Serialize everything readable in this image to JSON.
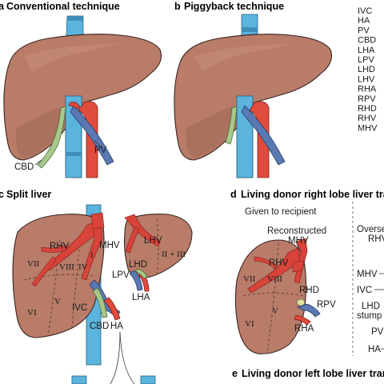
{
  "panels": {
    "a": {
      "letter": "a",
      "title": "Conventional technique",
      "labels": {
        "cbd": "CBD",
        "pv": "PV"
      }
    },
    "b": {
      "letter": "b",
      "title": "Piggyback technique"
    },
    "c": {
      "letter": "c",
      "title": "Split liver",
      "labels": {
        "rhv": "RHV",
        "mhv": "MHV",
        "ivc": "IVC",
        "cbd": "CBD",
        "ha": "HA",
        "lhv": "LHV",
        "lhd": "LHD",
        "lpv": "LPV",
        "lha": "LHA"
      },
      "segments": {
        "vii": "VII",
        "viii": "VIII",
        "iv": "IV",
        "v": "V",
        "vi": "VI",
        "i": "I",
        "ii_iii": "II + III"
      }
    },
    "d": {
      "letter": "d",
      "title": "Living donor right lobe liver transp",
      "subtitle": "Given to recipient",
      "right_caption_1": "Overse",
      "right_caption_2": "RHV",
      "labels": {
        "reconstructed": "Reconstructed",
        "mhv": "MHV",
        "rhv": "RHV",
        "rhd": "RHD",
        "rpv": "RPV",
        "rha": "RHA",
        "mhv_right": "MHV",
        "ivc_right": "IVC",
        "lhd_right": "LHD",
        "stump": "stump",
        "pv_right": "PV",
        "ha_right": "HA"
      },
      "segments": {
        "vii": "VII",
        "viii": "VIII",
        "v": "V",
        "vi": "VI"
      }
    },
    "e": {
      "letter": "e",
      "title": "Living donor left lobe liver transpl"
    }
  },
  "legend": [
    "IVC",
    "HA",
    "PV",
    "CBD",
    "LHA",
    "LPV",
    "LHD",
    "LHV",
    "RHA",
    "RPV",
    "RHD",
    "RHV",
    "MHV"
  ],
  "colors": {
    "ivc": "#5bb4de",
    "hepatic_artery": "#e14b3d",
    "portal_vein": "#5a79b3",
    "bile_duct": "#a7c88a",
    "liver": "#b87c69",
    "hepatic_vein": "#d8433a"
  }
}
